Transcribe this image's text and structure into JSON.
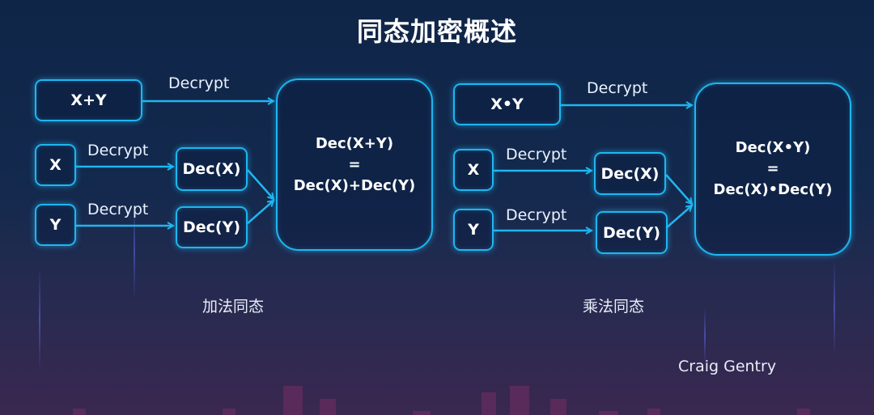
{
  "title": "同态加密概述",
  "additive": {
    "sum_box": "X+Y",
    "x_box": "X",
    "y_box": "Y",
    "dec_x": "Dec(X)",
    "dec_y": "Dec(Y)",
    "result_line1": "Dec(X+Y)",
    "result_line2": "=",
    "result_line3": "Dec(X)+Dec(Y)",
    "decrypt_labels": [
      "Decrypt",
      "Decrypt",
      "Decrypt"
    ],
    "caption": "加法同态"
  },
  "multiplicative": {
    "prod_box": "X•Y",
    "x_box": "X",
    "y_box": "Y",
    "dec_x": "Dec(X)",
    "dec_y": "Dec(Y)",
    "result_line1": "Dec(X•Y)",
    "result_line2": "=",
    "result_line3": "Dec(X)•Dec(Y)",
    "decrypt_labels": [
      "Decrypt",
      "Decrypt",
      "Decrypt"
    ],
    "caption": "乘法同态"
  },
  "author": "Craig Gentry",
  "colors": {
    "accent": "#1fb6f0"
  }
}
